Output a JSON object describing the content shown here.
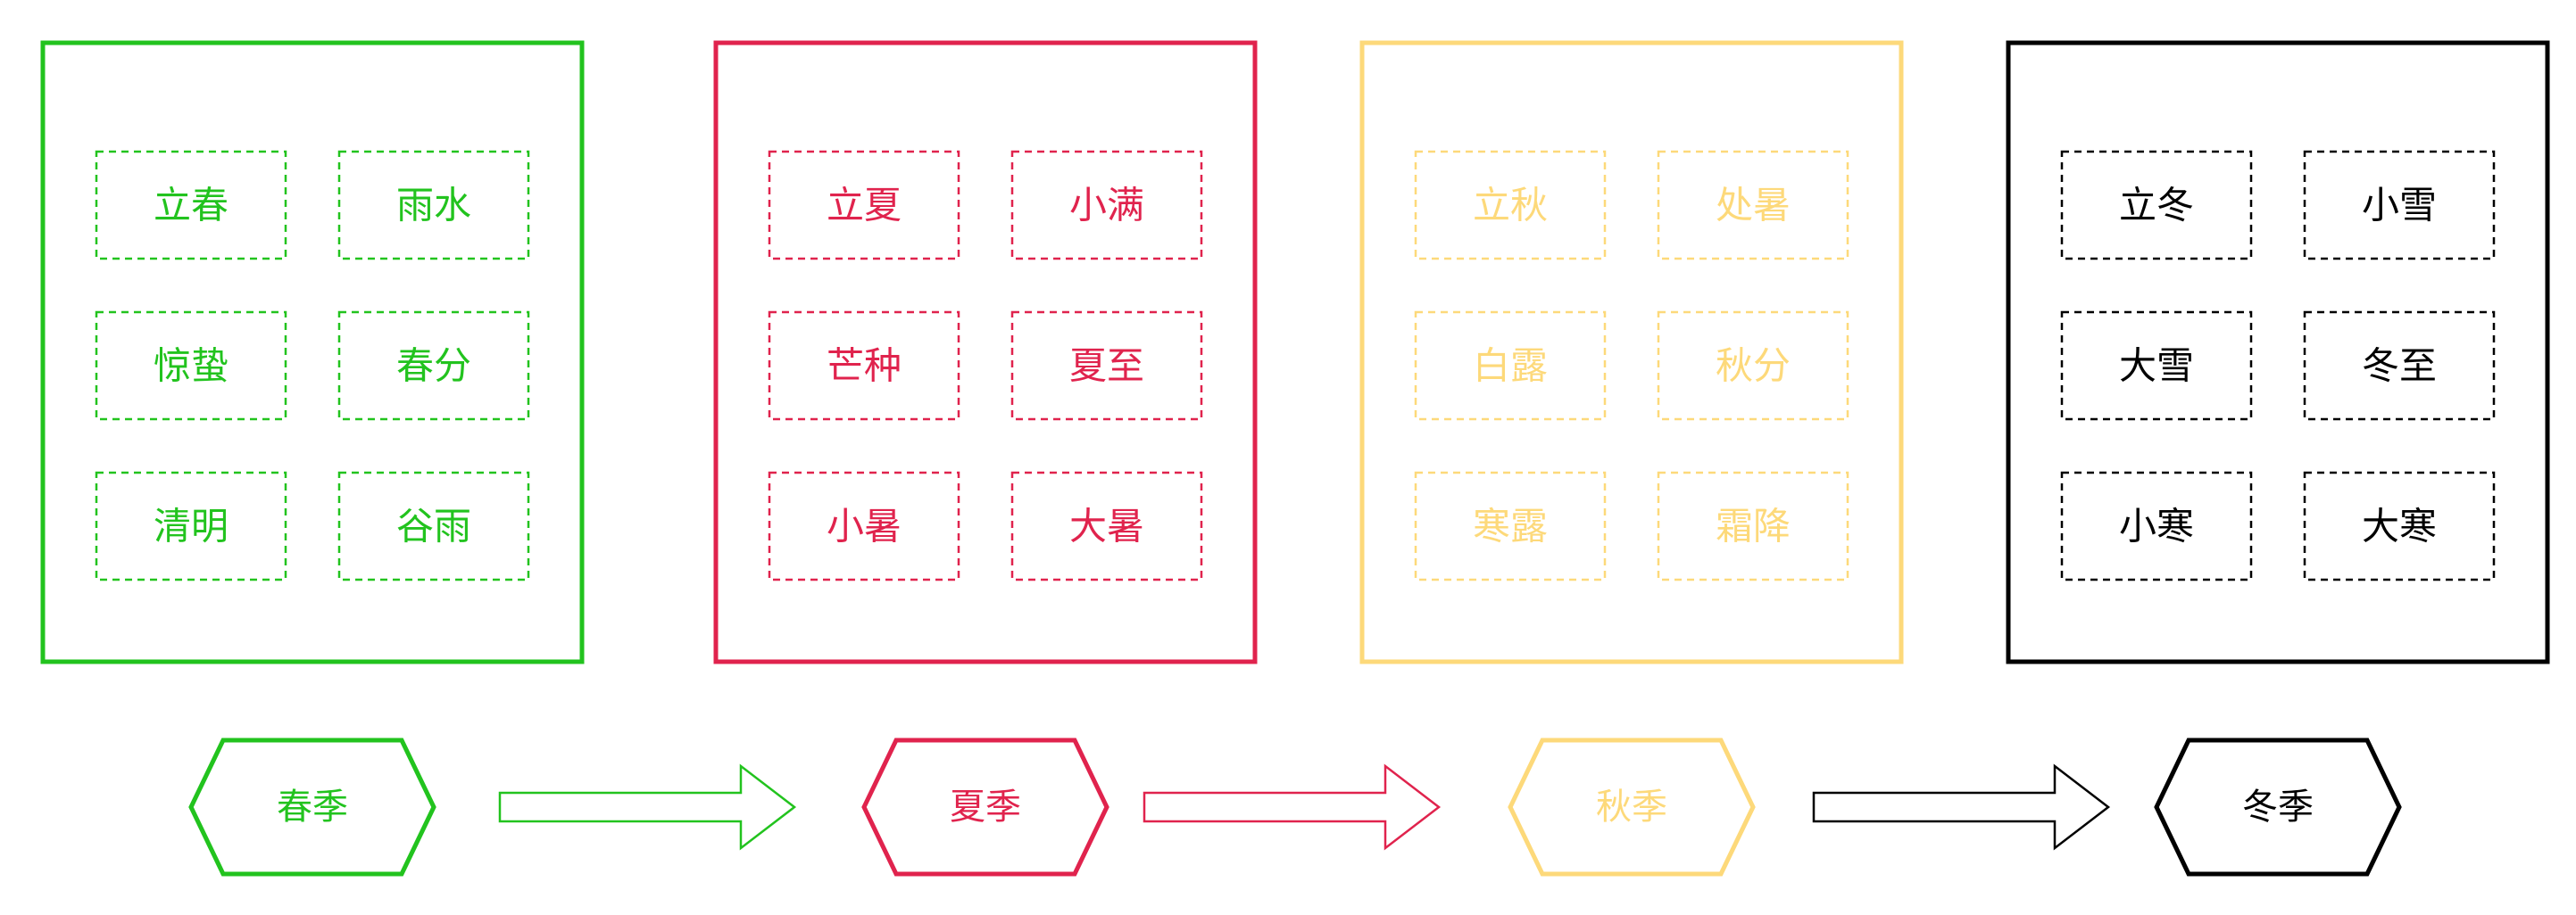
{
  "seasons": [
    {
      "id": "spring",
      "label": "春季",
      "color": "#22C31E",
      "terms": [
        "立春",
        "雨水",
        "惊蛰",
        "春分",
        "清明",
        "谷雨"
      ]
    },
    {
      "id": "summer",
      "label": "夏季",
      "color": "#E0234D",
      "terms": [
        "立夏",
        "小满",
        "芒种",
        "夏至",
        "小暑",
        "大暑"
      ]
    },
    {
      "id": "autumn",
      "label": "秋季",
      "color": "#FDD97A",
      "terms": [
        "立秋",
        "处暑",
        "白露",
        "秋分",
        "寒露",
        "霜降"
      ]
    },
    {
      "id": "winter",
      "label": "冬季",
      "color": "#000000",
      "terms": [
        "立冬",
        "小雪",
        "大雪",
        "冬至",
        "小寒",
        "大寒"
      ]
    }
  ],
  "arrows": [
    {
      "from": "spring",
      "to": "summer",
      "color": "#22C31E"
    },
    {
      "from": "summer",
      "to": "autumn",
      "color": "#E0234D"
    },
    {
      "from": "autumn",
      "to": "winter",
      "color": "#000000"
    }
  ]
}
